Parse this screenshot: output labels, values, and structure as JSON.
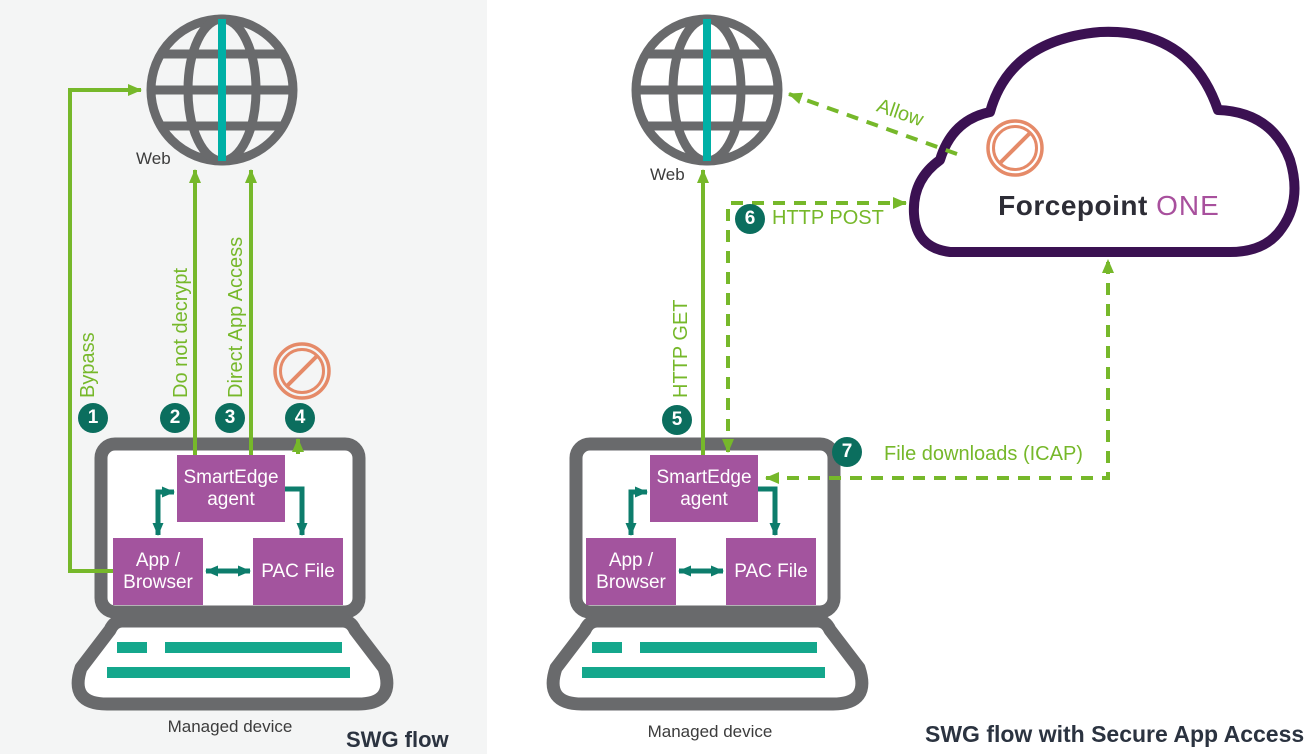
{
  "left": {
    "web": "Web",
    "labels": {
      "bypass": "Bypass",
      "do_not_decrypt": "Do not decrypt",
      "direct_app_access": "Direct App Access"
    },
    "caption": "Managed device",
    "title": "SWG flow"
  },
  "right": {
    "web": "Web",
    "labels": {
      "http_get": "HTTP GET",
      "http_post": "HTTP POST",
      "allow": "Allow",
      "file_downloads": "File downloads (ICAP)"
    },
    "caption": "Managed device",
    "title": "SWG flow with Secure App Access",
    "cloud": {
      "brand": "Forcepoint",
      "product": "ONE"
    }
  },
  "device": {
    "smartedge_agent": "SmartEdge agent",
    "app_browser": "App / Browser",
    "pac_file": "PAC File"
  },
  "steps": [
    "1",
    "2",
    "3",
    "4",
    "5",
    "6",
    "7"
  ],
  "colors": {
    "panel_bg": "#f4f5f5",
    "flow_green": "#76b82a",
    "badge_teal": "#0b6e5e",
    "arrow_teal": "#0d7d6c",
    "keyboard_teal": "#14a78c",
    "globe_meridian_teal": "#00b0a6",
    "box_purple": "#a3549e",
    "cloud_purple": "#3b1152",
    "blocked_salmon": "#e58a68",
    "device_gray": "#696a6c",
    "title_dark": "#2b3340",
    "logo_magenta": "#a8509d"
  }
}
